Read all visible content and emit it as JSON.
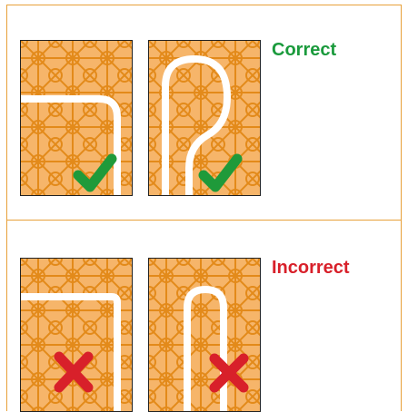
{
  "labels": {
    "correct": "Correct",
    "incorrect": "Incorrect"
  },
  "colors": {
    "frame": "#e8a13a",
    "tile_bg": "#f6b56a",
    "tile_line": "#e38a1a",
    "path": "#ffffff",
    "correct_label": "#1a9a3c",
    "incorrect_label": "#d8202a",
    "check": "#1f9a3a",
    "cross": "#d8202a"
  },
  "rows": [
    {
      "status_text": "Correct",
      "panels": [
        {
          "path_shape": "bend",
          "mark": "check-icon"
        },
        {
          "path_shape": "loop",
          "mark": "check-icon"
        }
      ]
    },
    {
      "status_text": "Incorrect",
      "panels": [
        {
          "path_shape": "sharp-bend",
          "mark": "cross-icon"
        },
        {
          "path_shape": "narrow-u",
          "mark": "cross-icon"
        }
      ]
    }
  ]
}
